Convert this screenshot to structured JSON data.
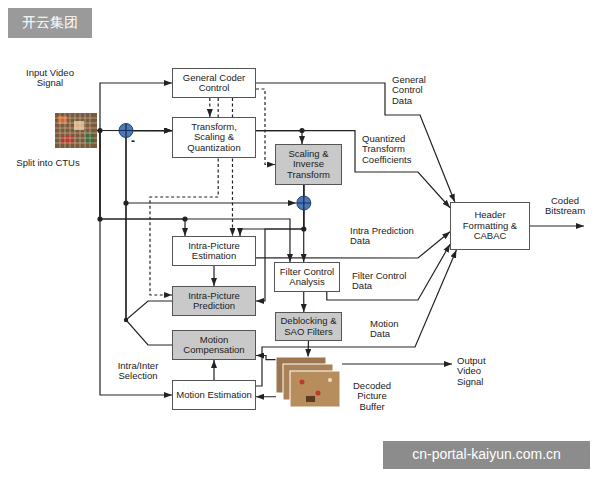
{
  "diagram": {
    "nodes": [
      {
        "text": [
          "Input Video Signal",
          "Split into CTUs"
        ]
      },
      {
        "text": [
          "General Coder Control"
        ]
      },
      {
        "text": [
          "Transform, Scaling & Quantization"
        ]
      },
      {
        "text": [
          "Scaling & Inverse Transform"
        ]
      },
      {
        "text": [
          "Intra-Picture Estimation"
        ]
      },
      {
        "text": [
          "Filter Control Analysis"
        ]
      },
      {
        "text": [
          "Intra-Picture Prediction"
        ]
      },
      {
        "text": [
          "Deblocking & SAO Filters"
        ]
      },
      {
        "text": [
          "Motion Compensation"
        ]
      },
      {
        "text": [
          "Motion Estimation"
        ]
      },
      {
        "text": [
          "Header Formatting & CABAC"
        ]
      },
      {
        "text": [
          "Decoded Picture Buffer"
        ]
      }
    ],
    "edges": [
      {
        "from": 0,
        "to": 1,
        "arrow": "to"
      },
      {
        "from": 0,
        "to": 2,
        "arrow": "to"
      },
      {
        "from": 0,
        "to": 4,
        "arrow": "to"
      },
      {
        "from": 0,
        "to": 5,
        "arrow": "to"
      },
      {
        "from": 0,
        "to": 9,
        "arrow": "to"
      },
      {
        "from": 1,
        "to": 2,
        "arrow": "to"
      },
      {
        "from": 1,
        "to": 3,
        "arrow": "to"
      },
      {
        "from": 1,
        "to": 4,
        "arrow": "to"
      },
      {
        "from": 1,
        "to": 6,
        "arrow": "to"
      },
      {
        "from": 1,
        "to": 10,
        "label": "General Control Data",
        "arrow": "to"
      },
      {
        "from": 2,
        "to": 3,
        "arrow": "to"
      },
      {
        "from": 2,
        "to": 10,
        "label": "Quantized Transform Coefficients",
        "arrow": "to"
      },
      {
        "from": 3,
        "to": 4,
        "arrow": "to"
      },
      {
        "from": 3,
        "to": 5,
        "arrow": "to"
      },
      {
        "from": 3,
        "to": 6,
        "arrow": "to"
      },
      {
        "from": 4,
        "to": 6,
        "arrow": "to"
      },
      {
        "from": 4,
        "to": 10,
        "label": "Intra Prediction Data",
        "arrow": "to"
      },
      {
        "from": 5,
        "to": 7,
        "arrow": "to"
      },
      {
        "from": 5,
        "to": 10,
        "label": "Filter Control Data",
        "arrow": "to"
      },
      {
        "from": 7,
        "to": 11,
        "arrow": "to"
      },
      {
        "from": 11,
        "to": 8,
        "arrow": "to"
      },
      {
        "from": 11,
        "to": 9,
        "arrow": "to"
      },
      {
        "from": 9,
        "to": 8,
        "arrow": "to"
      },
      {
        "from": 9,
        "to": 10,
        "label": "Motion Data",
        "arrow": "to"
      },
      {
        "from": 6,
        "to": 2,
        "arrow": "to"
      },
      {
        "from": 8,
        "to": 2,
        "arrow": "to"
      }
    ],
    "labels": [
      "开云集团",
      "-",
      "Intra/Inter Selection",
      "Coded Bitstream",
      "Output Video Signal",
      "cn-portal-kaiyun.com.cn"
    ]
  }
}
